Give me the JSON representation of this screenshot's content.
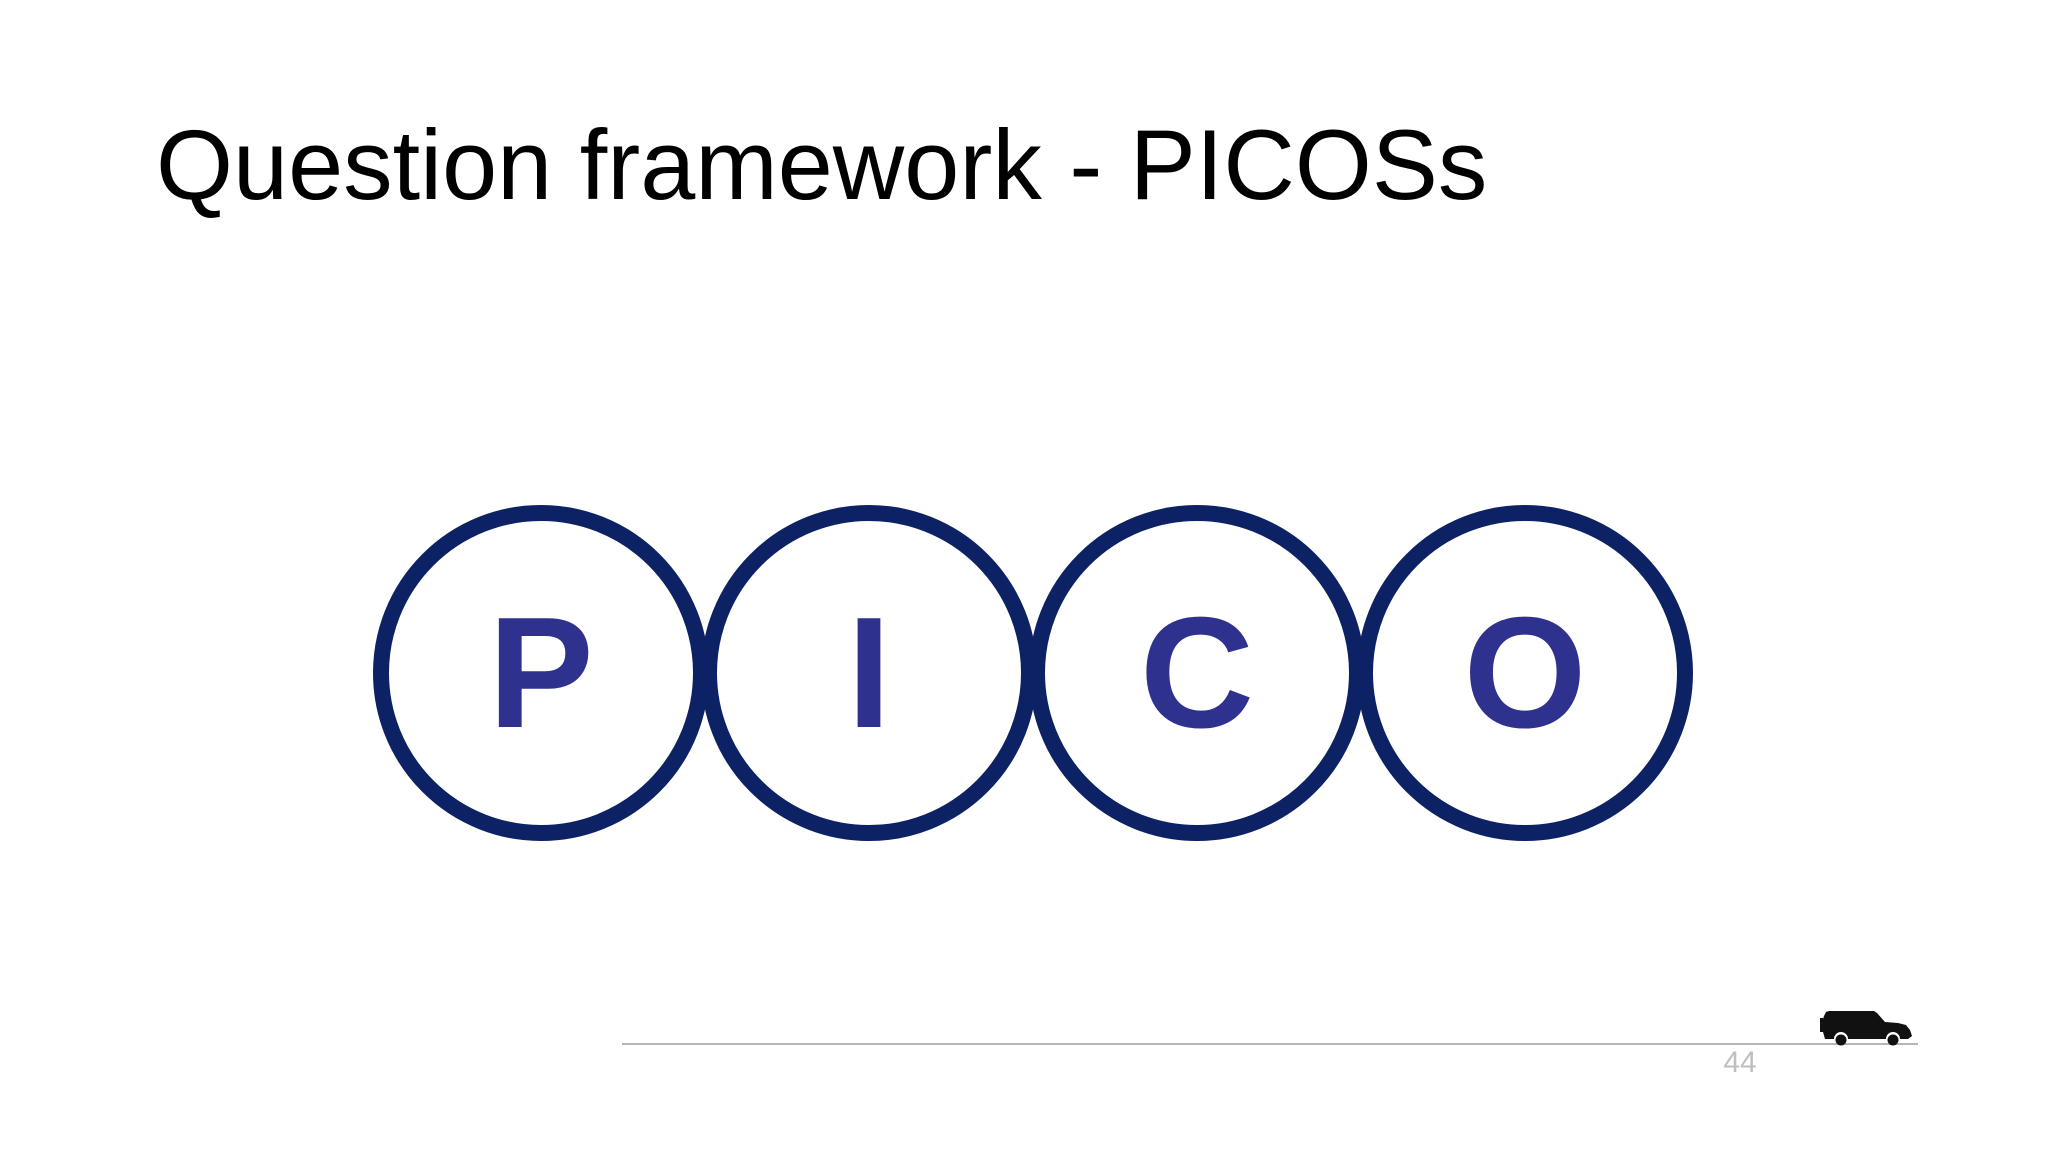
{
  "slide": {
    "title": "Question framework - PICOSs",
    "page_number": "44"
  },
  "circles": [
    {
      "letter": "P"
    },
    {
      "letter": "I"
    },
    {
      "letter": "C"
    },
    {
      "letter": "O"
    }
  ],
  "colors": {
    "circle_border": "#0d2264",
    "letter": "#2f318f",
    "rule": "#b5b5b5",
    "page_number": "#bfbfbf"
  },
  "icons": {
    "footer_logo": "car-silhouette-icon"
  }
}
